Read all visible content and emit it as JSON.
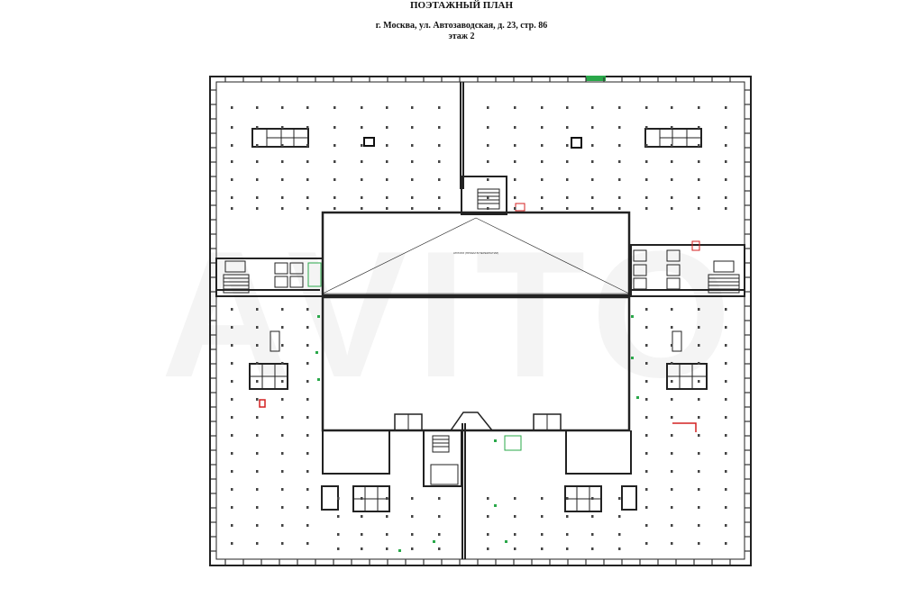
{
  "header": {
    "title": "ПОЭТАЖНЫЙ ПЛАН",
    "address": "г. Москва, ул. Автозаводская, д. 23, стр. 86",
    "floor": "этаж 2"
  },
  "plan": {
    "atrium_label": "АТРИУМ (ПРОЕМ В ПЕРЕКРЫТИИ)"
  },
  "watermark": "AVITO",
  "colors": {
    "walls": "#222222",
    "grid": "#777777",
    "green_marks": "#2aa84a",
    "red_marks": "#d42020"
  }
}
